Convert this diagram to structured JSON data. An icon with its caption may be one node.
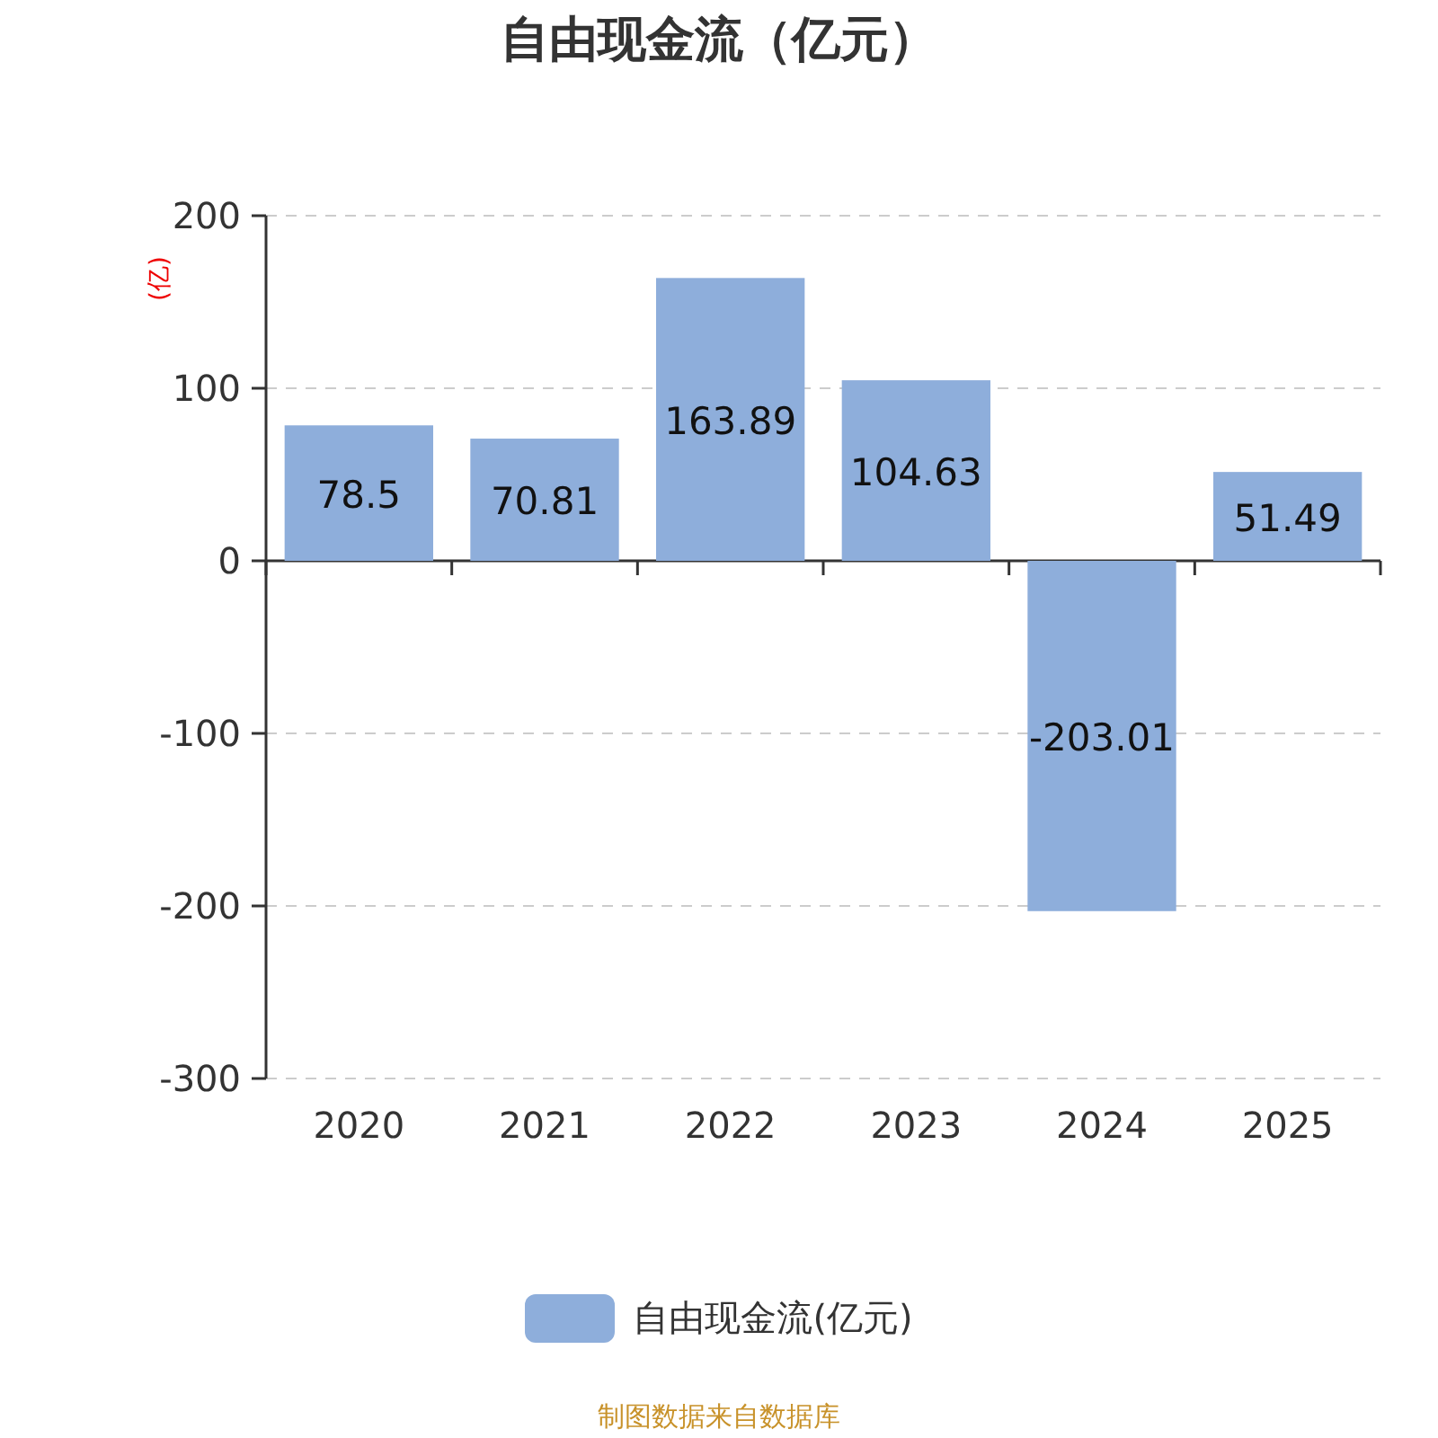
{
  "diagram": {
    "title": "自由现金流（亿元）",
    "caption": "制图数据来自数据库",
    "chart_data": {
      "type": "bar",
      "ylabel": "(亿)",
      "categories": [
        "2020",
        "2021",
        "2022",
        "2023",
        "2024",
        "2025"
      ],
      "series": [
        {
          "name": "自由现金流(亿元)",
          "color": "#8eaedb",
          "values": [
            78.5,
            70.81,
            163.89,
            104.63,
            -203.01,
            51.49
          ]
        }
      ],
      "ylim": [
        -300,
        200
      ],
      "yticks": [
        -300,
        -200,
        -100,
        0,
        100,
        200
      ],
      "data_labels": true,
      "grid": true
    }
  }
}
